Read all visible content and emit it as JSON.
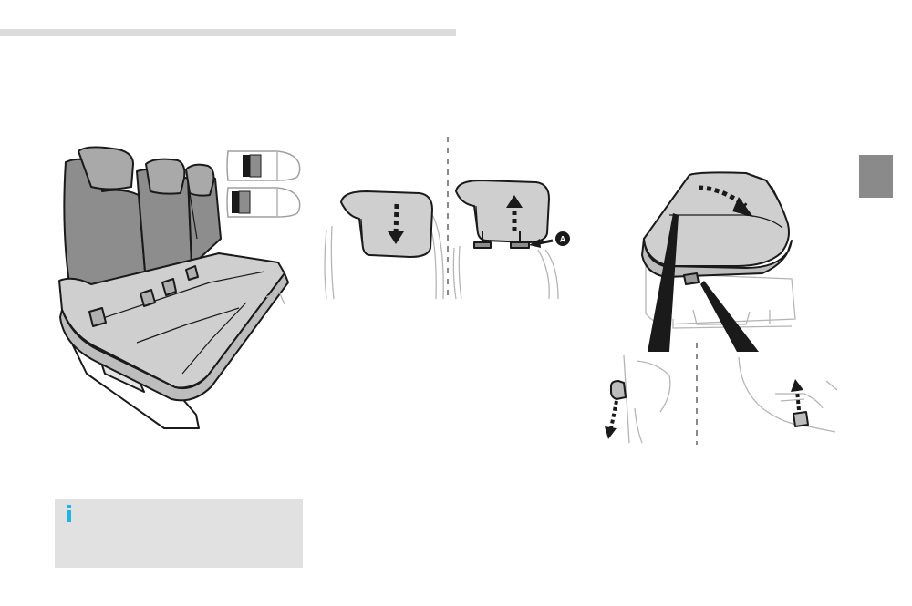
{
  "colors": {
    "rule": "#dcdcdc",
    "tab_marker": "#8a8a8a",
    "info_box_bg": "#e1e1e1",
    "info_icon": "#1eb4e6",
    "seat_dark": "#8d8d8d",
    "seat_mid": "#a9a9a9",
    "seat_light": "#cfcfcf"
  },
  "info_box": {
    "icon": "info-icon"
  },
  "illustrations": {
    "bench_seat": {
      "icon": "rear-bench-seat-illustration"
    },
    "vehicle_diagrams": {
      "icon": "van-seat-location-icon",
      "count": 2
    },
    "headrest_lower": {
      "icon": "headrest-down-arrow"
    },
    "headrest_raise": {
      "icon": "headrest-up-arrow",
      "callout": "A"
    },
    "seat_fold": {
      "icon": "seat-fold-illustration"
    },
    "lever_release": {
      "icon": "lever-down-arrow"
    },
    "lever_lift": {
      "icon": "lever-up-arrow"
    }
  }
}
